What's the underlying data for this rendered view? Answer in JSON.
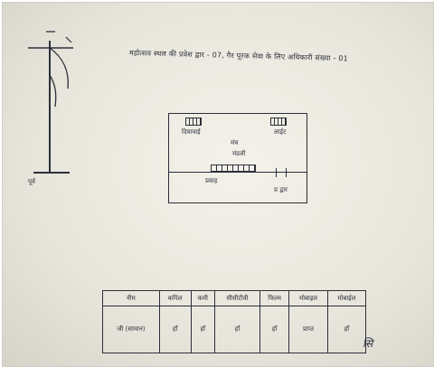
{
  "document": {
    "title_text": "महोत्सव स्थल की प्रवेश द्वार - 07, गैर पूरक सेवा के लिए अधिकारी संख्या - 01",
    "signpost_label": "पूर्व",
    "diagram": {
      "label_top_left": "दियावाई",
      "label_top_right": "लाईट",
      "label_center": "मंच",
      "label_center_sub": "मंडली",
      "label_bottom_left": "प्रवाह",
      "label_bottom_right": "प्र द्वार"
    },
    "table": {
      "headers": [
        "नीम",
        "कपिल",
        "कमी",
        "सीसीटीवी",
        "फिल्म",
        "मोबाइल",
        "मोबाईल"
      ],
      "row": [
        "जी (सामान)",
        "हाँ",
        "हाँ",
        "हाँ",
        "हाँ",
        "प्राप्त",
        "हाँ"
      ]
    },
    "signature": "सि"
  }
}
